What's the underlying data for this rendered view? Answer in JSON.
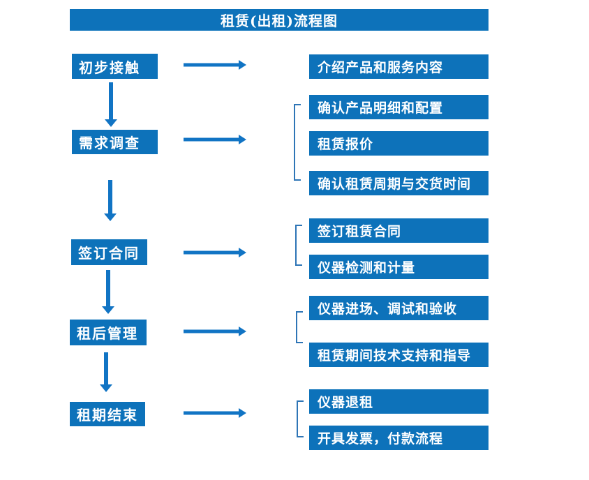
{
  "title": "租赁(出租)流程图",
  "colors": {
    "box_blue": "#0d72ba",
    "arrow_blue": "#1174c4",
    "bracket_blue": "#2e75b6",
    "text_white": "#ffffff"
  },
  "stages": [
    {
      "label": "初步接触",
      "details": [
        "介绍产品和服务内容"
      ]
    },
    {
      "label": "需求调查",
      "details": [
        "确认产品明细和配置",
        "租赁报价",
        "确认租赁周期与交货时间"
      ]
    },
    {
      "label": "签订合同",
      "details": [
        "签订租赁合同",
        "仪器检测和计量"
      ]
    },
    {
      "label": "租后管理",
      "details": [
        "仪器进场、调试和验收",
        "租赁期间技术支持和指导"
      ]
    },
    {
      "label": "租期结束",
      "details": [
        "仪器退租",
        "开具发票，付款流程"
      ]
    }
  ]
}
